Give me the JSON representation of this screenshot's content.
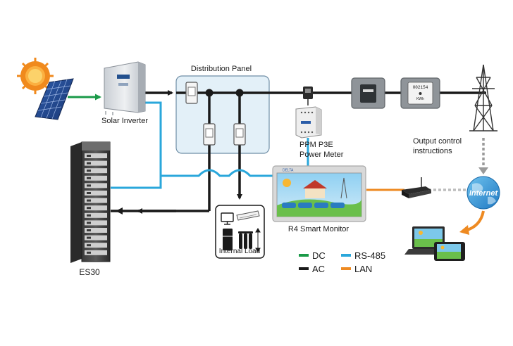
{
  "labels": {
    "distribution_panel": "Distribution Panel",
    "solar_inverter": "Solar Inverter",
    "es30": "ES30",
    "ppm_line1": "PPM P3E",
    "ppm_line2": "Power Meter",
    "output_line1": "Output control",
    "output_line2": "instructions",
    "smart_monitor": "R4 Smart Monitor",
    "internal_load": "Internal Load",
    "internet": "Internet",
    "meter_reading": "002154",
    "meter_unit": "KWh",
    "monitor_brand": "DELTA"
  },
  "legend": [
    {
      "label": "DC",
      "color": "#1a9a48"
    },
    {
      "label": "AC",
      "color": "#1a1a1a"
    },
    {
      "label": "RS-485",
      "color": "#2aa7db"
    },
    {
      "label": "LAN",
      "color": "#ee8a22"
    }
  ],
  "colors": {
    "dc": "#1a9a48",
    "ac": "#1a1a1a",
    "rs485": "#2aa7db",
    "lan": "#ee8a22",
    "panel_fill": "#e3f0f8",
    "sun": "#f08a1d"
  },
  "icons": [
    "sun-icon",
    "solar-panel-icon",
    "inverter-icon",
    "battery-rack-icon",
    "breaker-icon",
    "ct-clamp-icon",
    "power-meter-icon",
    "kwh-meter-icon",
    "transmission-tower-icon",
    "router-icon",
    "globe-icon",
    "laptop-icon",
    "tablet-icon",
    "monitor-icon",
    "air-conditioner-icon",
    "refrigerator-icon",
    "heater-icon"
  ]
}
